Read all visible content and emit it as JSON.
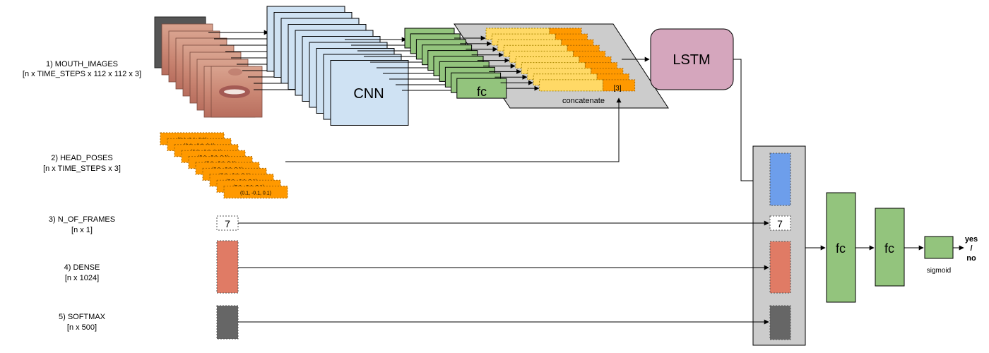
{
  "inputs": {
    "mouth_images": {
      "title": "1) MOUTH_IMAGES",
      "shape": "[n x TIME_STEPS x 112 x 112 x 3]"
    },
    "head_poses": {
      "title": "2) HEAD_POSES",
      "shape": "[n x TIME_STEPS x 3]"
    },
    "n_of_frames": {
      "title": "3) N_OF_FRAMES",
      "shape": "[n x 1]",
      "value": "7"
    },
    "dense": {
      "title": "4) DENSE",
      "shape": "[n x 1024]"
    },
    "softmax": {
      "title": "5) SOFTMAX",
      "shape": "[n x 500]"
    }
  },
  "head_pose_values": [
    "(0.1, 0.1, 0.1)",
    "(0.1, -0.1, 0.1)",
    "(0.1, -0.1, 0.1)",
    "(0.1, -0.1, 0.1)",
    "(0.1, -0.1, 0.1)",
    "(0.1, -0.1, 0.1)",
    "(0.1, -0.1, 0.1)",
    "(0.1, -0.1, 0.1)",
    "(0.1, -0.1, 0.1)",
    "(0.1, -0.1, 0.1)"
  ],
  "blocks": {
    "cnn": "CNN",
    "fc_small": "fc",
    "concatenate": "concatenate",
    "pose_dim": "[3]",
    "lstm": "LSTM",
    "concat_frames_value": "7",
    "fc1": "fc",
    "fc2": "fc",
    "sigmoid": "sigmoid"
  },
  "output": {
    "yes": "yes",
    "slash": "/",
    "no": "no"
  },
  "colors": {
    "cnn": "#cfe2f3",
    "fc": "#93c47d",
    "feature": "#ffd966",
    "pose": "#ff9900",
    "lstm": "#d5a6bd",
    "lstm_out": "#6d9eeb",
    "dense": "#e07b65",
    "softmax": "#666666",
    "panel": "#cccccc"
  }
}
